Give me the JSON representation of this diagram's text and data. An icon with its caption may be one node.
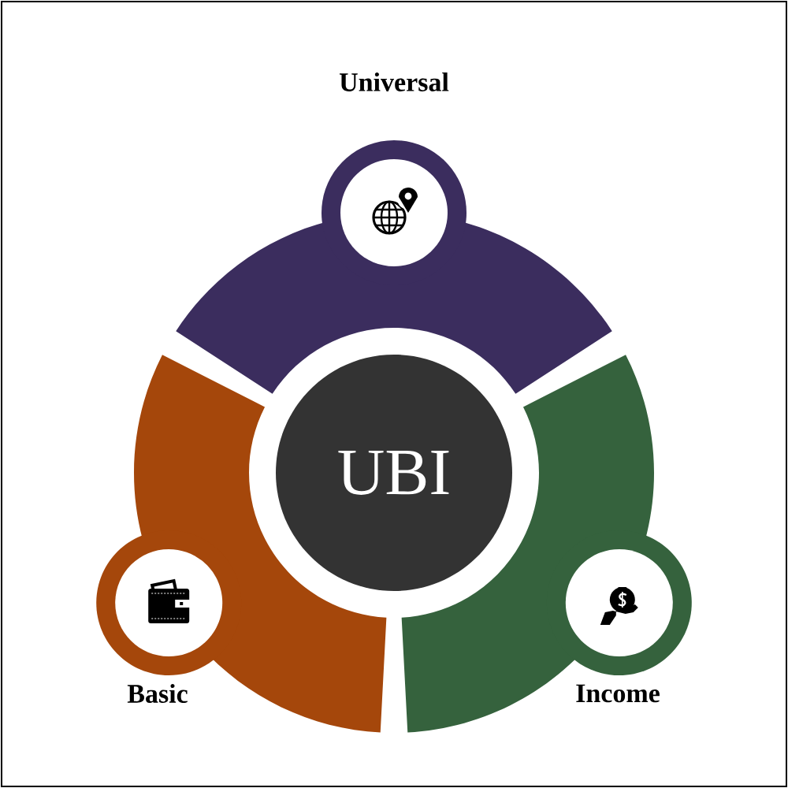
{
  "diagram": {
    "nodes": [
      {
        "text": [
          "UBI"
        ]
      },
      {
        "text": [
          "Universal"
        ]
      },
      {
        "text": [
          "Basic"
        ]
      },
      {
        "text": [
          "Income"
        ]
      }
    ]
  }
}
